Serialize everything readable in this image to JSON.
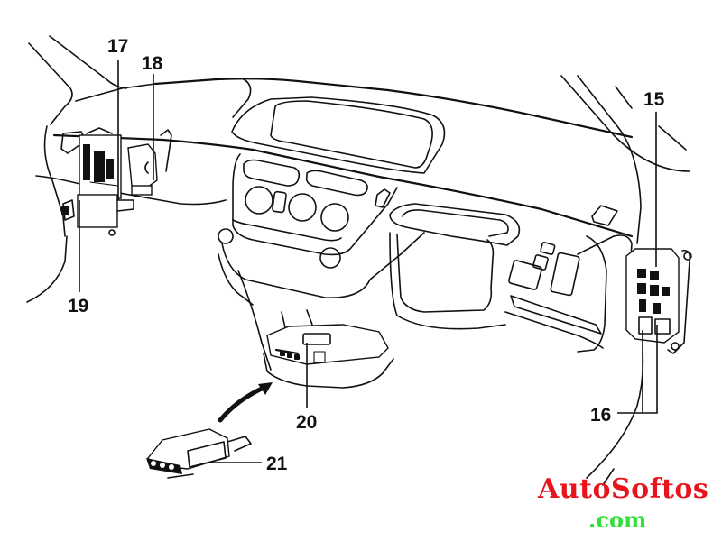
{
  "diagram": {
    "title": "Dashboard component locations",
    "callouts": [
      {
        "id": "15",
        "label": "15"
      },
      {
        "id": "16",
        "label": "16"
      },
      {
        "id": "17",
        "label": "17"
      },
      {
        "id": "18",
        "label": "18"
      },
      {
        "id": "19",
        "label": "19"
      },
      {
        "id": "20",
        "label": "20"
      },
      {
        "id": "21",
        "label": "21"
      }
    ]
  },
  "watermark": {
    "main": "AutoSoftos",
    "sub": ".com",
    "main_color": "#e8141c",
    "sub_color": "#33e03a"
  }
}
